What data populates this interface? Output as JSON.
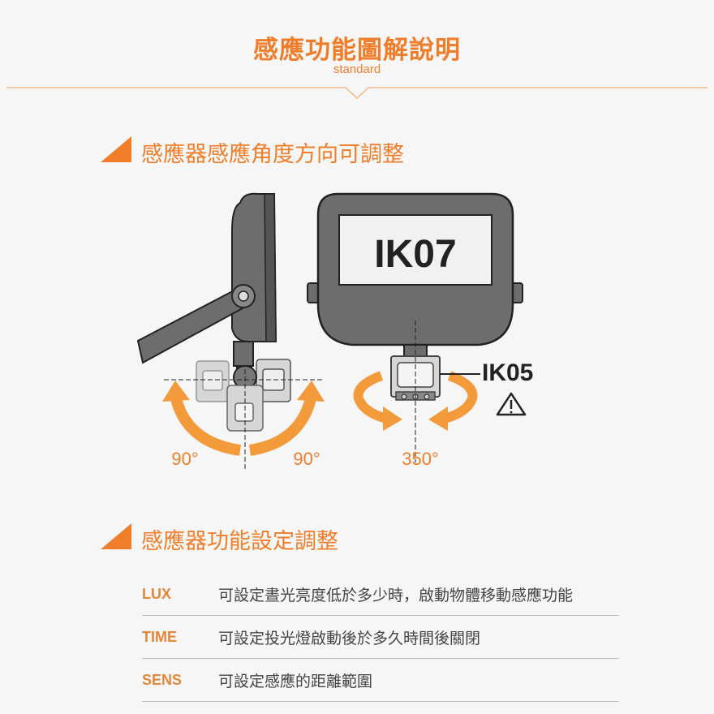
{
  "header": {
    "title": "感應功能圖解說明",
    "subtitle": "standard"
  },
  "colors": {
    "accent": "#ef7d2a",
    "housing": "#6d6d6d",
    "dark": "#222222"
  },
  "section1": {
    "heading": "感應器感應角度方向可調整",
    "device_label": "IK07",
    "sensor_label": "IK05",
    "angle_left": "90°",
    "angle_right": "90°",
    "angle_rotate": "350°"
  },
  "section2": {
    "heading": "感應器功能設定調整",
    "rows": [
      {
        "key": "LUX",
        "value": "可設定晝光亮度低於多少時，啟動物體移動感應功能"
      },
      {
        "key": "TIME",
        "value": "可設定投光燈啟動後於多久時間後關閉"
      },
      {
        "key": "SENS",
        "value": "可設定感應的距離範圍"
      }
    ]
  }
}
